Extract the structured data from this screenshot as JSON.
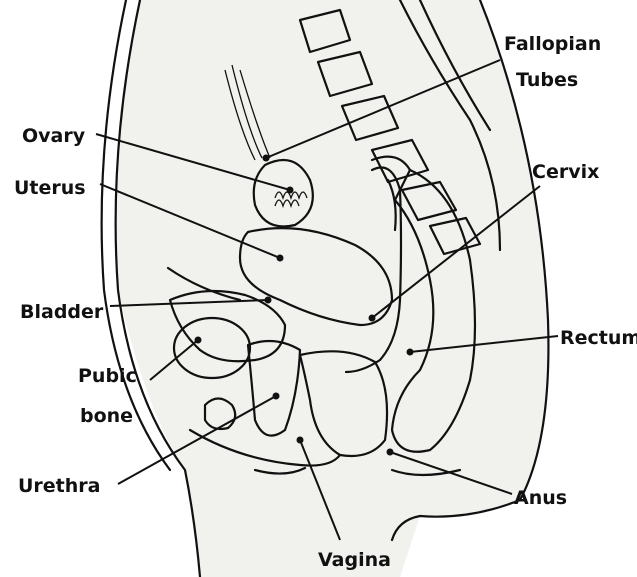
{
  "labels": {
    "fallopian_line1": "Fallopian",
    "fallopian_line2": "Tubes",
    "ovary": "Ovary",
    "uterus": "Uterus",
    "cervix": "Cervix",
    "bladder": "Bladder",
    "rectum": "Rectum",
    "pubic_line1": "Pubic",
    "pubic_line2": "bone",
    "urethra": "Urethra",
    "anus": "Anus",
    "vagina": "Vagina"
  }
}
